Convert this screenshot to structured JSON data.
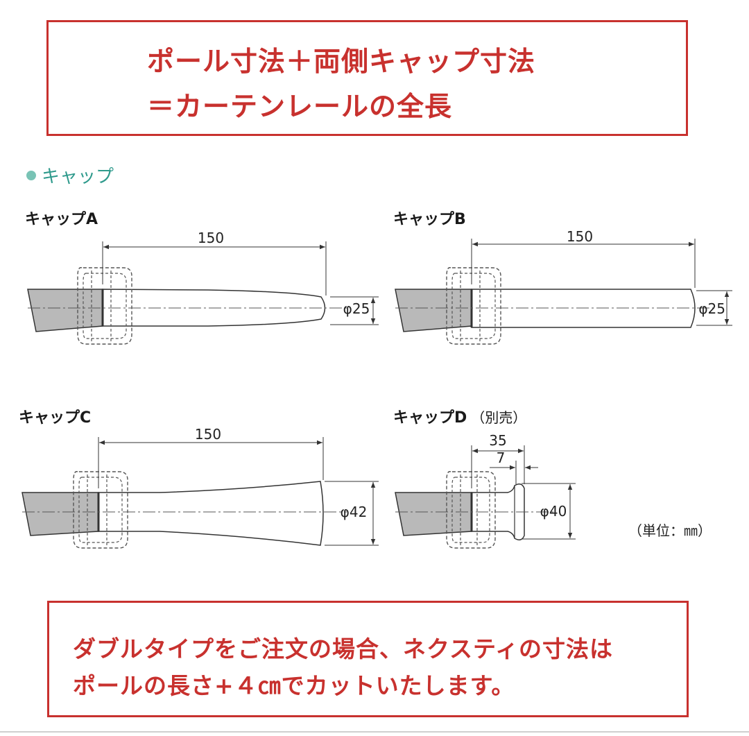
{
  "top_notice": {
    "line1": "ポール寸法＋両側キャップ寸法",
    "line2": "＝カーテンレールの全長"
  },
  "section": {
    "title": "キャップ"
  },
  "caps": {
    "a": {
      "label": "キャップA",
      "length": "150",
      "diameter": "φ25"
    },
    "b": {
      "label": "キャップB",
      "length": "150",
      "diameter": "φ25"
    },
    "c": {
      "label": "キャップC",
      "length": "150",
      "diameter": "φ42"
    },
    "d": {
      "label": "キャップD",
      "note": "（別売）",
      "length": "35",
      "sub_length": "7",
      "diameter": "φ40"
    }
  },
  "unit_note": "（単位：㎜）",
  "bottom_notice": {
    "line1": "ダブルタイプをご注文の場合、ネクスティの寸法は",
    "line2": "ポールの長さ+４㎝でカットいたします。"
  },
  "colors": {
    "accent_red": "#c8312e",
    "teal": "#2f9a8c",
    "pole_gray": "#b9b9b9"
  }
}
